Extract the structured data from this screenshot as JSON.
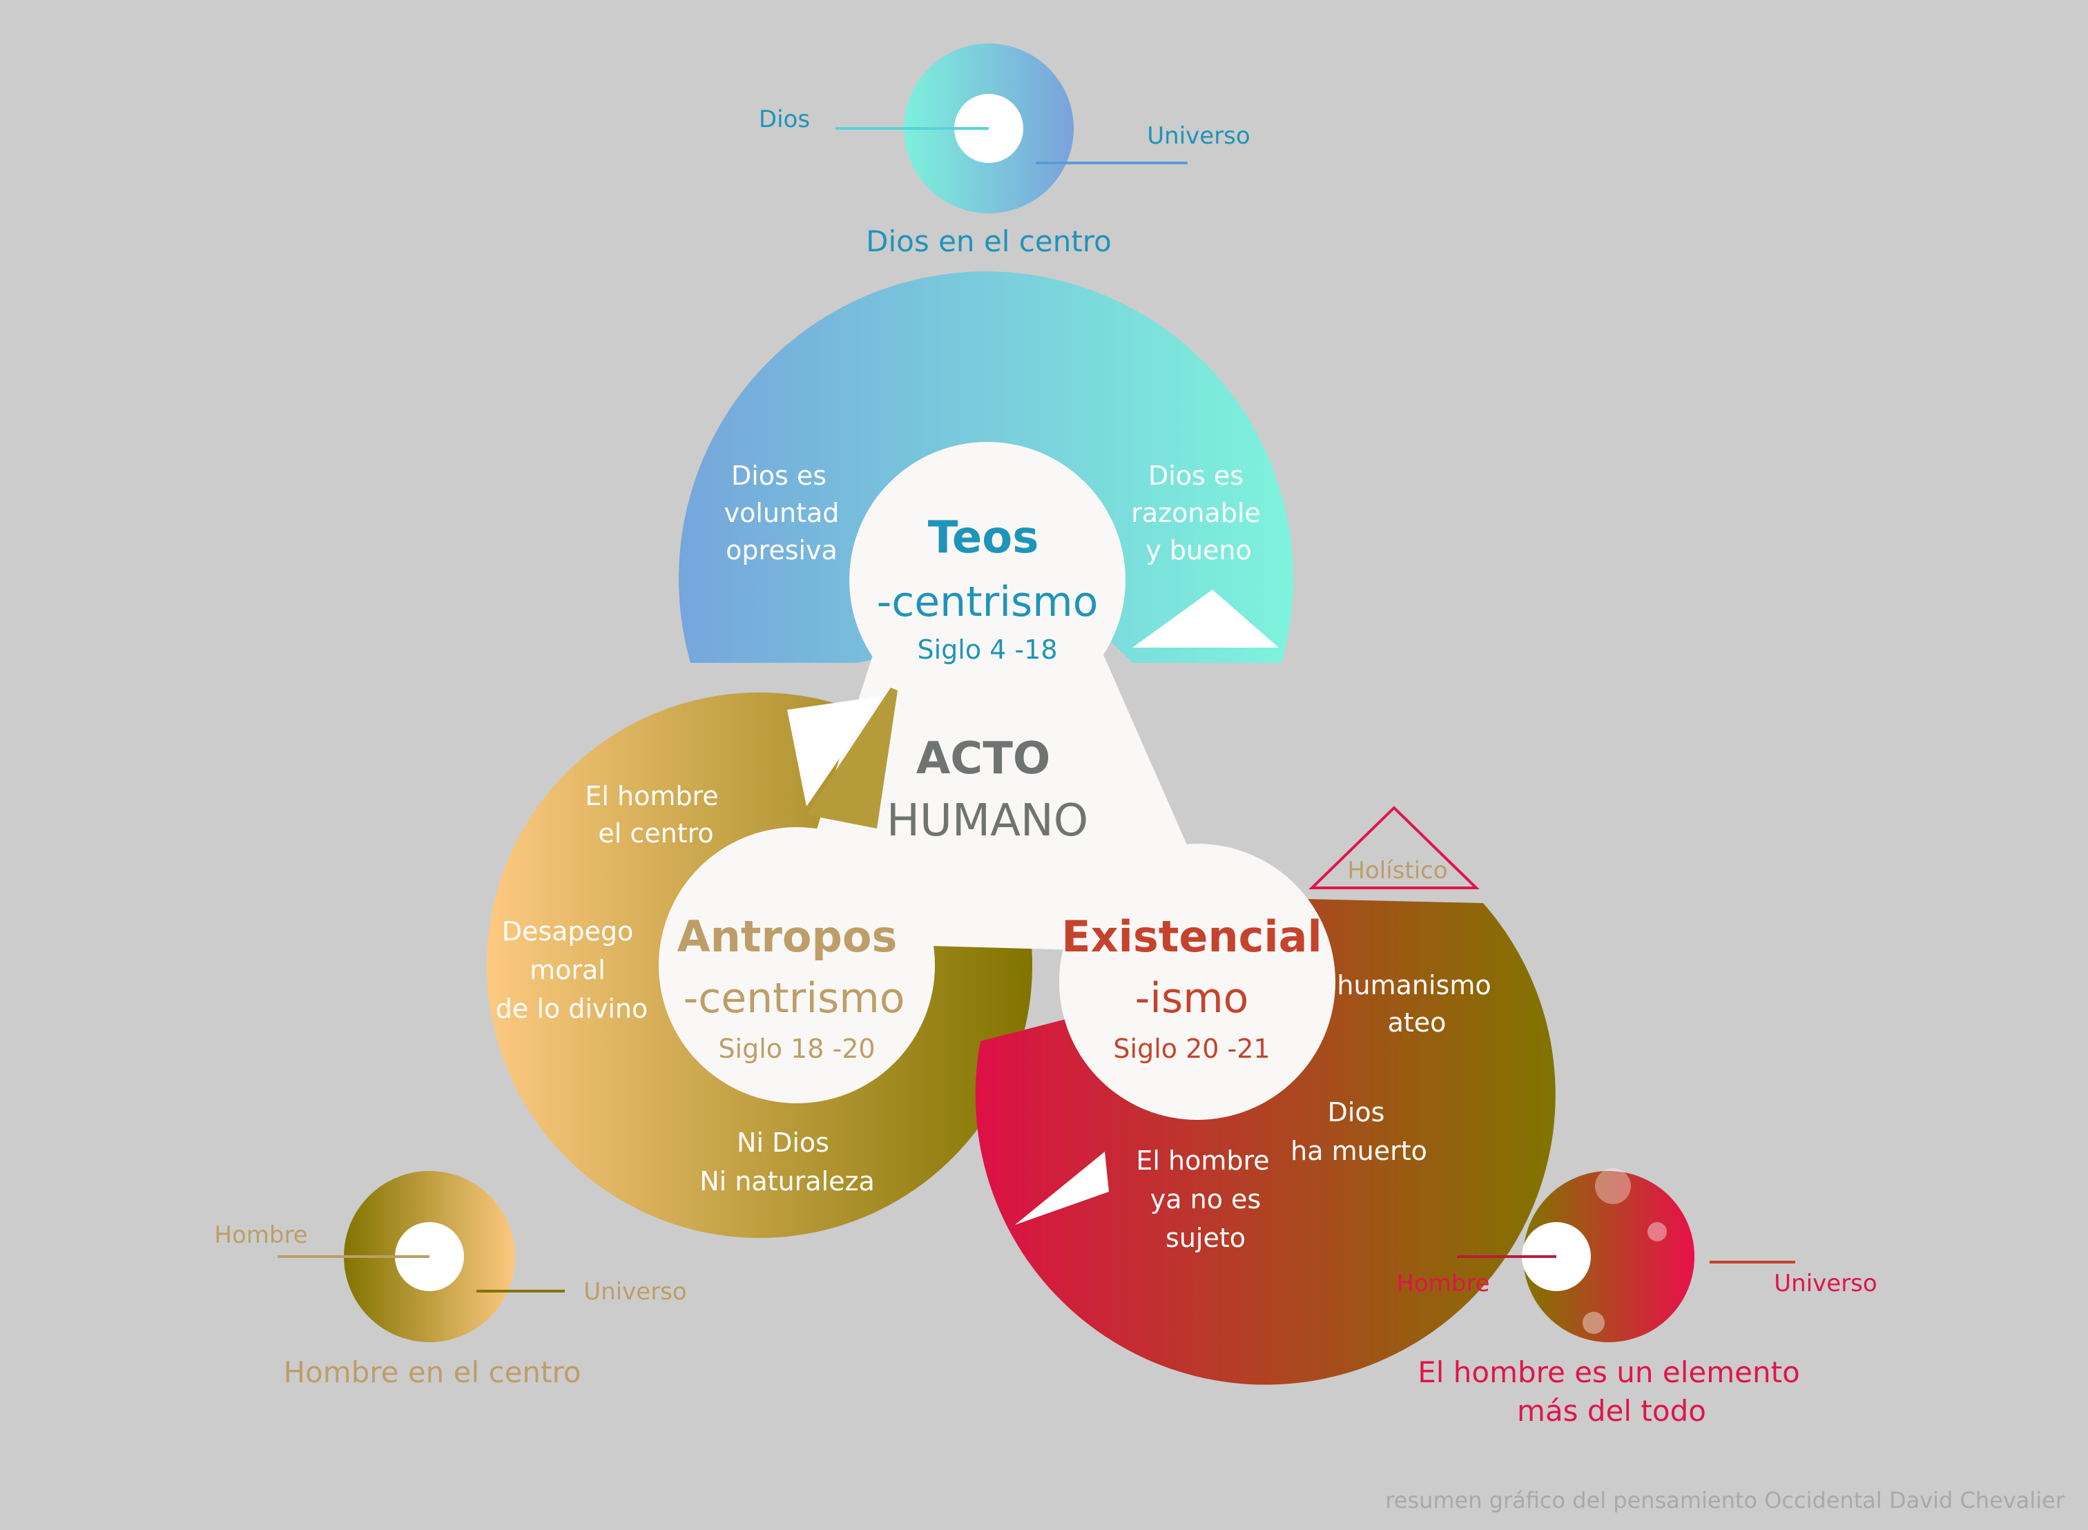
{
  "colors": {
    "background": "#cccccc",
    "teos_dark": "#1f94ba",
    "antropos": "#bd9e68",
    "existencial": "#c5432c",
    "red_label": "#e0154a",
    "acto": "#6f7473",
    "white_text": "#ffffff",
    "credit": "#a9a9a9"
  },
  "top_legend": {
    "left_label": "Dios",
    "right_label": "Universo",
    "caption": "Dios en el centro"
  },
  "teos": {
    "title": "Teos",
    "subtitle": "-centrismo",
    "period": "Siglo 4 -18",
    "left_text": [
      "Dios es",
      "voluntad",
      "opresiva"
    ],
    "right_text": [
      "Dios es",
      "razonable",
      "y bueno"
    ]
  },
  "center": {
    "line1": "ACTO",
    "line2": "HUMANO"
  },
  "antropos": {
    "title": "Antropos",
    "subtitle": "-centrismo",
    "period": "Siglo 18 -20",
    "text_top": [
      "El hombre",
      "el centro"
    ],
    "text_left": [
      "Desapego",
      "moral",
      "de lo divino"
    ],
    "text_bottom": [
      "Ni Dios",
      "Ni naturaleza"
    ]
  },
  "existencial": {
    "title": "Existencial",
    "subtitle": "-ismo",
    "period": "Siglo 20 -21",
    "badge": "Holístico",
    "text_right": [
      "humanismo",
      "ateo"
    ],
    "text_mid": [
      "Dios",
      "ha muerto"
    ],
    "text_bottom": [
      "El hombre",
      "ya no es",
      "sujeto"
    ]
  },
  "bottom_left_legend": {
    "left_label": "Hombre",
    "right_label": "Universo",
    "caption": "Hombre en el centro"
  },
  "bottom_right_legend": {
    "left_label": "Hombre",
    "right_label": "Universo",
    "caption": [
      "El hombre es un elemento",
      "más del todo"
    ]
  },
  "credit": "resumen gráfico del pensamiento Occidental David Chevalier"
}
